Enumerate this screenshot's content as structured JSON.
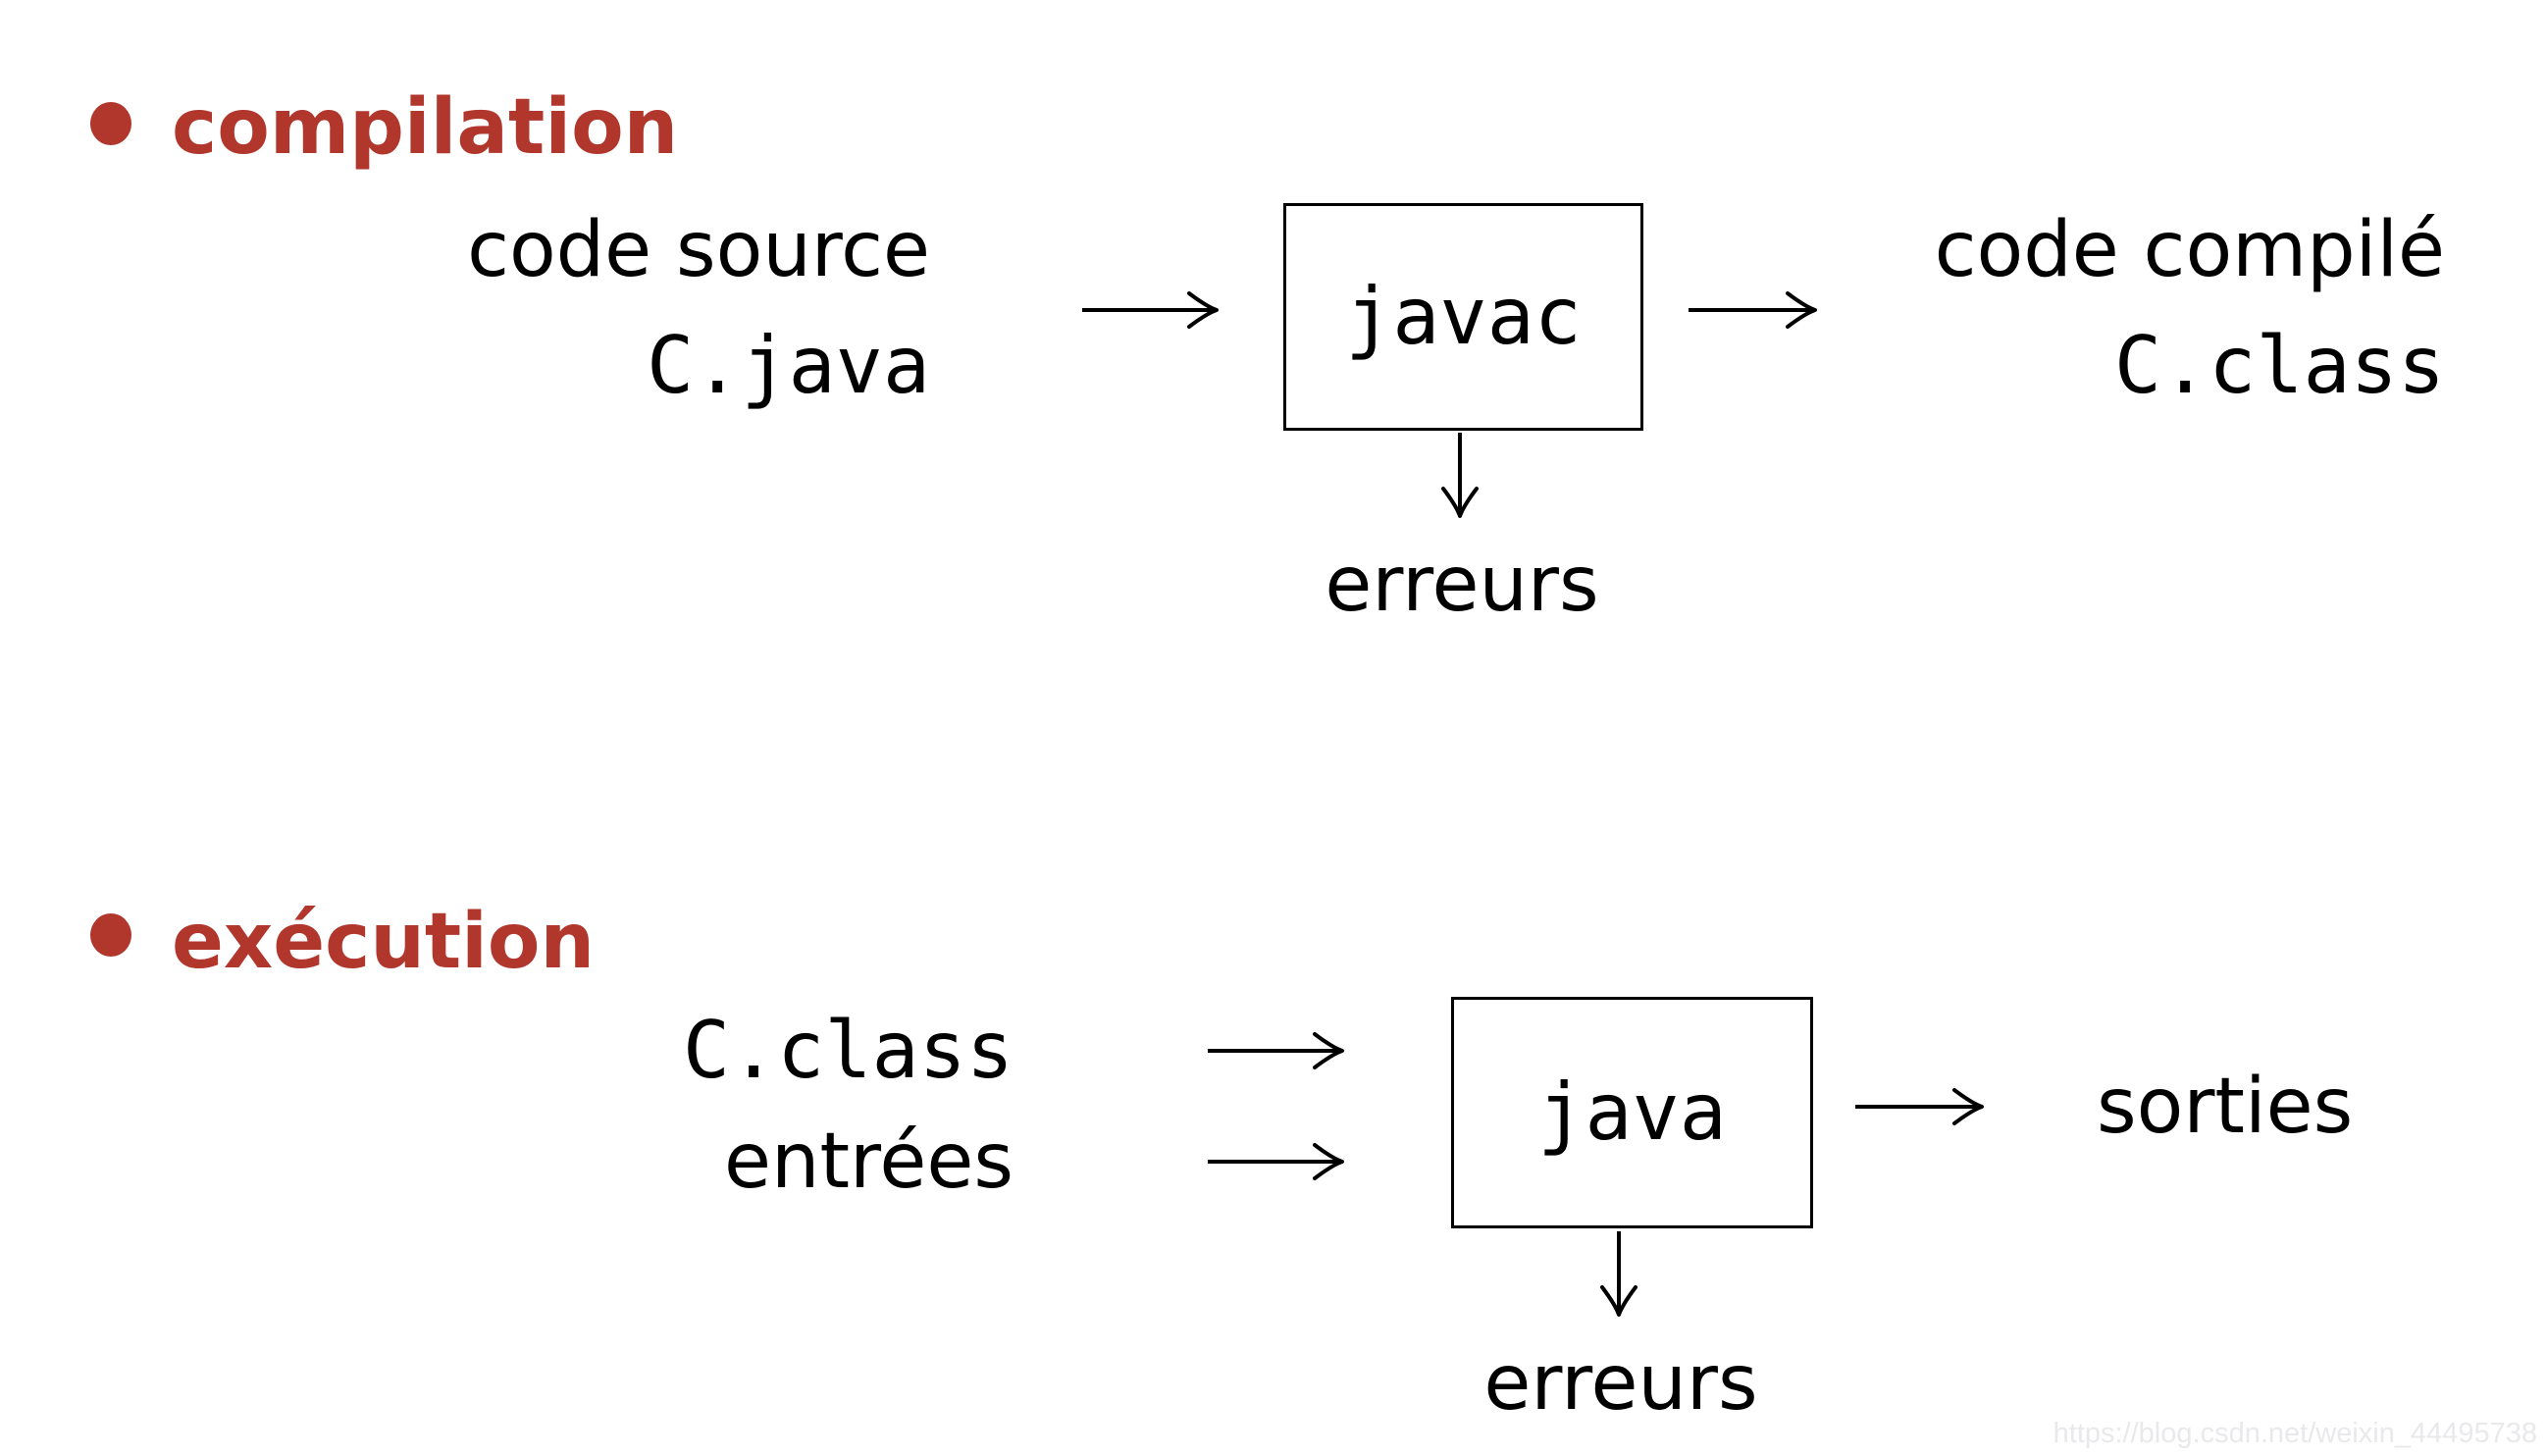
{
  "slide": {
    "type": "presentation-slide",
    "background": "#ffffff"
  },
  "colors": {
    "accent": "#b1362c",
    "line": "#000000",
    "text": "#000000",
    "watermark": "#e9e9ec"
  },
  "icons": {
    "bullet": "filled-circle",
    "arrow_right": "right-arrow-with-curved-head",
    "arrow_down": "down-arrow-with-curved-head"
  },
  "sections": [
    {
      "heading": "compilation",
      "input_top": "code source",
      "input_bottom": "C.java",
      "box_label": "javac",
      "output_top": "code compilé",
      "output_bottom": "C.class",
      "error_label": "erreurs"
    },
    {
      "heading": "exécution",
      "input_top": "C.class",
      "input_bottom": "entrées",
      "box_label": "java",
      "output_top": "sorties",
      "error_label": "erreurs"
    }
  ],
  "watermark": {
    "text": "https://blog.csdn.net/weixin_44495738"
  }
}
